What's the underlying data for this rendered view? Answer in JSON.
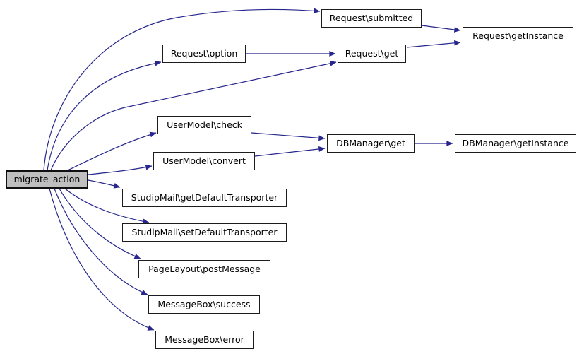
{
  "diagram": {
    "type": "call-graph",
    "root": "migrate_action",
    "colors": {
      "edge": "#26268c",
      "node_fill": "#ffffff",
      "node_border": "#1c1c1c",
      "root_fill": "#bfbfbf",
      "text": "#000000",
      "background": "#ffffff"
    },
    "nodes": [
      {
        "id": "migrate-action",
        "label": "migrate_action",
        "root": true
      },
      {
        "id": "request-submitted",
        "label": "Request\\submitted"
      },
      {
        "id": "request-getinstance",
        "label": "Request\\getInstance"
      },
      {
        "id": "request-option",
        "label": "Request\\option"
      },
      {
        "id": "request-get",
        "label": "Request\\get"
      },
      {
        "id": "usermodel-check",
        "label": "UserModel\\check"
      },
      {
        "id": "usermodel-convert",
        "label": "UserModel\\convert"
      },
      {
        "id": "dbmanager-get",
        "label": "DBManager\\get"
      },
      {
        "id": "dbmanager-getinstance",
        "label": "DBManager\\getInstance"
      },
      {
        "id": "studipmail-getdefaulttransporter",
        "label": "StudipMail\\getDefaultTransporter"
      },
      {
        "id": "studipmail-setdefaulttransporter",
        "label": "StudipMail\\setDefaultTransporter"
      },
      {
        "id": "pagelayout-postmessage",
        "label": "PageLayout\\postMessage"
      },
      {
        "id": "messagebox-success",
        "label": "MessageBox\\success"
      },
      {
        "id": "messagebox-error",
        "label": "MessageBox\\error"
      }
    ],
    "edges": [
      {
        "from": "migrate_action",
        "to": "Request\\submitted"
      },
      {
        "from": "migrate_action",
        "to": "Request\\option"
      },
      {
        "from": "migrate_action",
        "to": "Request\\get"
      },
      {
        "from": "migrate_action",
        "to": "UserModel\\check"
      },
      {
        "from": "migrate_action",
        "to": "UserModel\\convert"
      },
      {
        "from": "migrate_action",
        "to": "StudipMail\\getDefaultTransporter"
      },
      {
        "from": "migrate_action",
        "to": "StudipMail\\setDefaultTransporter"
      },
      {
        "from": "migrate_action",
        "to": "PageLayout\\postMessage"
      },
      {
        "from": "migrate_action",
        "to": "MessageBox\\success"
      },
      {
        "from": "migrate_action",
        "to": "MessageBox\\error"
      },
      {
        "from": "Request\\submitted",
        "to": "Request\\getInstance"
      },
      {
        "from": "Request\\option",
        "to": "Request\\get"
      },
      {
        "from": "Request\\get",
        "to": "Request\\getInstance"
      },
      {
        "from": "UserModel\\check",
        "to": "DBManager\\get"
      },
      {
        "from": "UserModel\\convert",
        "to": "DBManager\\get"
      },
      {
        "from": "DBManager\\get",
        "to": "DBManager\\getInstance"
      }
    ]
  }
}
